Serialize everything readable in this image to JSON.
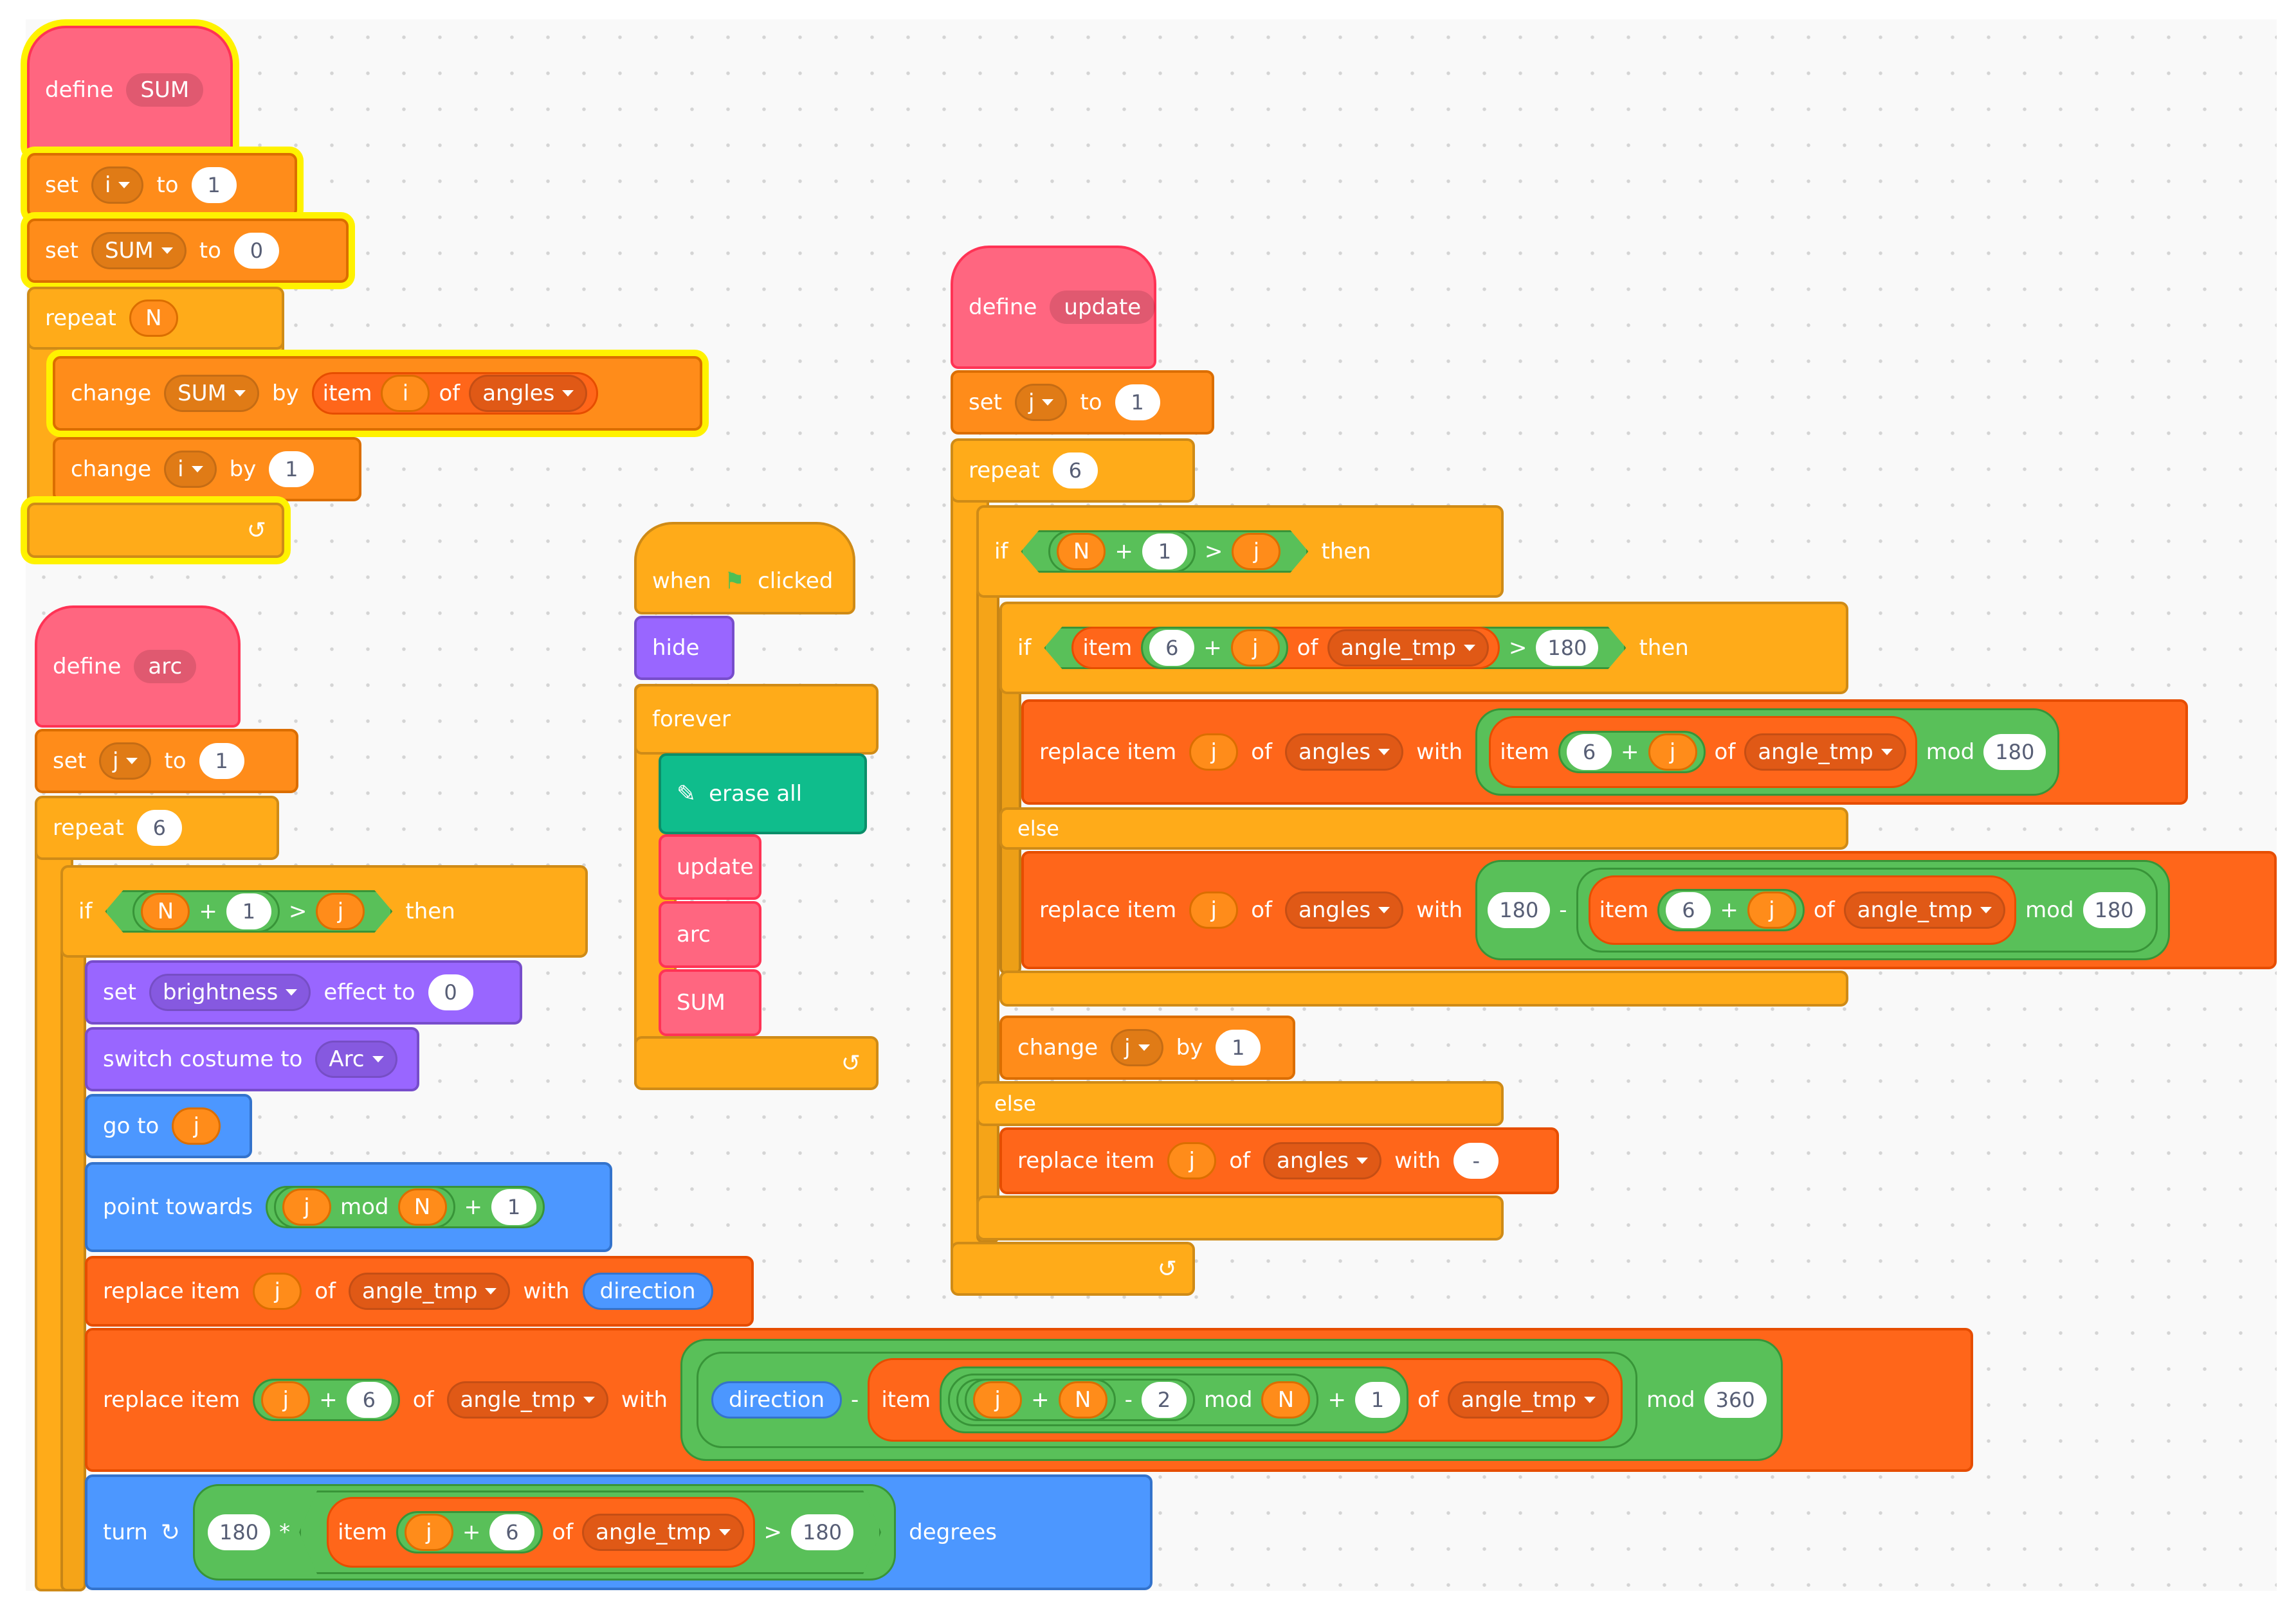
{
  "kw": {
    "define": "define",
    "set": "set",
    "to": "to",
    "repeat": "repeat",
    "change": "change",
    "by": "by",
    "item": "item",
    "of": "of",
    "if": "if",
    "then": "then",
    "else": "else",
    "when": "when",
    "clicked": "clicked",
    "hide": "hide",
    "forever": "forever",
    "erase_all": "erase all",
    "effect_to": "effect to",
    "switch_costume_to": "switch costume to",
    "go_to": "go to",
    "point_towards": "point towards",
    "replace_item": "replace item",
    "with": "with",
    "direction": "direction",
    "turn": "turn",
    "degrees": "degrees",
    "mod": "mod",
    "plus": "+",
    "minus": "-",
    "times": "*",
    "gt": ">"
  },
  "vars": {
    "i": "i",
    "j": "j",
    "N": "N",
    "SUM": "SUM",
    "angles": "angles",
    "angle_tmp": "angle_tmp",
    "brightness": "brightness",
    "costume": "Arc"
  },
  "procs": {
    "sum": "SUM",
    "arc": "arc",
    "update": "update"
  },
  "nums": {
    "zero": "0",
    "one": "1",
    "two": "2",
    "six": "6",
    "n180": "180",
    "n360": "360",
    "dash": "-"
  },
  "colors": {
    "events": "#ffab19",
    "control": "#ffab19",
    "variables": "#ff8c1a",
    "lists": "#ff661a",
    "operators": "#59c059",
    "motion": "#4c97ff",
    "looks": "#9966ff",
    "pen": "#0fbd8c",
    "my_blocks": "#ff6680",
    "highlight": "#fff200"
  },
  "icons": {
    "flag": "green-flag-icon",
    "pen": "pen-icon",
    "repeat_arrow": "repeat-arrow-icon",
    "turn": "turn-right-icon",
    "dropdown": "dropdown-caret-icon"
  }
}
